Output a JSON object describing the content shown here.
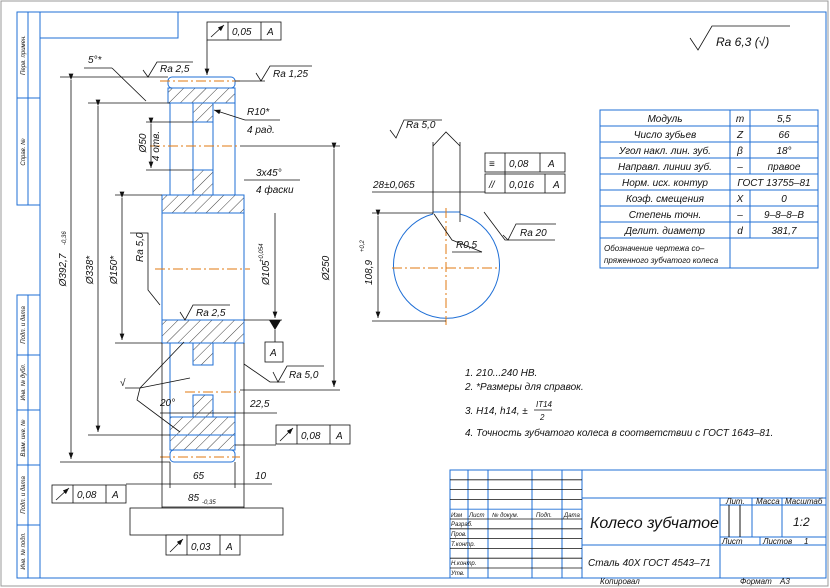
{
  "side_strip": [
    "Перв. примен.",
    "Справ. №",
    "Подп. и дата",
    "Инв. № дубл.",
    "Взам. инв. №",
    "Подп. и дата",
    "Инв. № подл."
  ],
  "roughness_general": "Ra 6,3 (√)",
  "gear_view": {
    "tol_top": {
      "value": "0,05",
      "datum": "A"
    },
    "angle_5": "5°*",
    "ra_2_5_top": "Ra 2,5",
    "ra_1_25": "Ra 1,25",
    "r10": "R10*",
    "r10_note": "4 рад.",
    "d50": "Ø50",
    "d50_note": "4 отв.",
    "chamfer": "3x45°",
    "chamfer_note": "4 фаски",
    "d392": "Ø392,7",
    "d392_tol": "-0,36",
    "d338": "Ø338*",
    "d150": "Ø150*",
    "ra_5_0_bore": "Ra 5,0",
    "d105": "Ø105",
    "d105_tol": "+0,054",
    "d250": "Ø250",
    "ra_2_5_hub": "Ra 2,5",
    "datum_a": "A",
    "ra_5_0_side": "Ra 5,0",
    "angle_20": "20°",
    "dim_22_5": "22,5",
    "tol_right": {
      "value": "0,08",
      "datum": "A"
    },
    "dim_65": "65",
    "dim_10": "10",
    "dim_85": "85",
    "dim_85_tol": "-0,35",
    "tol_left": {
      "value": "0,08",
      "datum": "A"
    },
    "tol_bottom": {
      "value": "0,03",
      "datum": "A"
    }
  },
  "keyway_view": {
    "ra_5_0": "Ra 5,0",
    "width": "28±0,065",
    "tol_sym": {
      "value": "0,08",
      "datum": "A"
    },
    "tol_par": {
      "value": "0,016",
      "datum": "A"
    },
    "r0_5": "R0,5",
    "ra_20": "Ra 20",
    "depth": "108,9",
    "depth_tol": "+0,2"
  },
  "param_table": [
    {
      "name": "Модуль",
      "sym": "m",
      "val": "5,5"
    },
    {
      "name": "Число зубьев",
      "sym": "Z",
      "val": "66"
    },
    {
      "name": "Угол накл. лин. зуб.",
      "sym": "β",
      "val": "18°"
    },
    {
      "name": "Направл. линии зуб.",
      "sym": "–",
      "val": "правое"
    },
    {
      "name": "Норм. исх. контур",
      "sym": "",
      "val": "ГОСТ 13755–81"
    },
    {
      "name": "Коэф. смещения",
      "sym": "X",
      "val": "0"
    },
    {
      "name": "Степень точн.",
      "sym": "–",
      "val": "9–8–8–В"
    },
    {
      "name": "Делит. диаметр",
      "sym": "d",
      "val": "381,7"
    }
  ],
  "param_table_last": [
    "Обозначение чертежа со–",
    "пряженного зубчатого колеса"
  ],
  "notes": {
    "n1": "1. 210...240 HB.",
    "n2": "2. *Размеры для справок.",
    "n3": "3. H14, h14, ±",
    "n3_num": "IT14",
    "n3_den": "2",
    "n4": "4. Точность зубчатого колеса в соответствии с ГОСТ 1643–81."
  },
  "title_block": {
    "headers": [
      "Изм",
      "Лист",
      "№ докум.",
      "Подп.",
      "Дата"
    ],
    "roles": [
      "Разраб.",
      "Пров.",
      "Т.контр.",
      "Н.контр.",
      "Утв."
    ],
    "title": "Колесо зубчатое",
    "material": "Сталь 40Х ГОСТ 4543–71",
    "lit": "Лит.",
    "mass": "Масса",
    "scale_label": "Масштаб",
    "scale": "1:2",
    "sheet": "Лист",
    "sheets": "Листов",
    "sheets_count": "1",
    "copied": "Копировал",
    "format": "Формат",
    "format_val": "А3"
  }
}
